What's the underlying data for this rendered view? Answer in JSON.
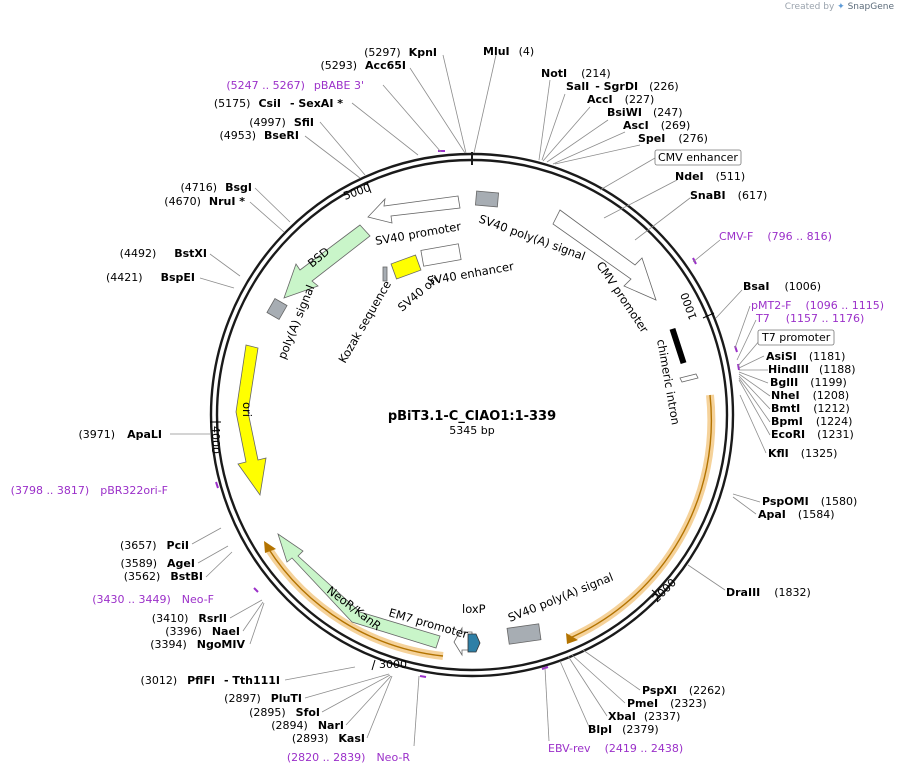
{
  "watermark": {
    "prefix": "Created by",
    "brand": "SnapGene"
  },
  "plasmid": {
    "name": "pBiT3.1-C_CIAO1:1-339",
    "size": "5345 bp"
  },
  "ticks": [
    "1000",
    "2000",
    "3000",
    "4000",
    "5000"
  ],
  "features": {
    "sv40_polyA_top": "SV40 poly(A) signal",
    "cmv_promoter": "CMV promoter",
    "sv40_promoter": "SV40 promoter",
    "bsd": "BSD",
    "sv40_enhancer": "SV40 enhancer",
    "sv40_ori": "SV40 ori",
    "kozak": "Kozak sequence",
    "polyA_signal": "poly(A) signal",
    "ori": "ori",
    "chimeric_intron": "chimeric intron",
    "neor": "NeoR/KanR",
    "em7": "EM7 promoter",
    "loxp": "loxP",
    "sv40_polyA_bottom": "SV40 poly(A) signal"
  },
  "boxed_labels": {
    "cmv_enhancer": "CMV enhancer",
    "t7_promoter": "T7 promoter"
  },
  "enzymes_right": [
    {
      "name": "MluI",
      "pos": "(4)"
    },
    {
      "name": "NotI",
      "pos": "(214)"
    },
    {
      "name": "SalI",
      "extra": "- SgrDI",
      "pos": "(226)"
    },
    {
      "name": "AccI",
      "pos": "(227)"
    },
    {
      "name": "BsiWI",
      "pos": "(247)"
    },
    {
      "name": "AscI",
      "pos": "(269)"
    },
    {
      "name": "SpeI",
      "pos": "(276)"
    },
    {
      "name": "NdeI",
      "pos": "(511)"
    },
    {
      "name": "SnaBI",
      "pos": "(617)"
    },
    {
      "name": "BsaI",
      "pos": "(1006)"
    },
    {
      "name": "AsiSI",
      "pos": "(1181)"
    },
    {
      "name": "HindIII",
      "pos": "(1188)"
    },
    {
      "name": "BglII",
      "pos": "(1199)"
    },
    {
      "name": "NheI",
      "pos": "(1208)"
    },
    {
      "name": "BmtI",
      "pos": "(1212)"
    },
    {
      "name": "BpmI",
      "pos": "(1224)"
    },
    {
      "name": "EcoRI",
      "pos": "(1231)"
    },
    {
      "name": "KflI",
      "pos": "(1325)"
    },
    {
      "name": "PspOMI",
      "pos": "(1580)"
    },
    {
      "name": "ApaI",
      "pos": "(1584)"
    },
    {
      "name": "DraIII",
      "pos": "(1832)"
    },
    {
      "name": "PspXI",
      "pos": "(2262)"
    },
    {
      "name": "PmeI",
      "pos": "(2323)"
    },
    {
      "name": "XbaI",
      "pos": "(2337)"
    },
    {
      "name": "BlpI",
      "pos": "(2379)"
    }
  ],
  "enzymes_left": [
    {
      "name": "KpnI",
      "pos": "(5297)"
    },
    {
      "name": "Acc65I",
      "pos": "(5293)"
    },
    {
      "name": "CsiI",
      "extra": "- SexAI *",
      "pos": "(5175)"
    },
    {
      "name": "SfiI",
      "pos": "(4997)"
    },
    {
      "name": "BseRI",
      "pos": "(4953)"
    },
    {
      "name": "BsgI",
      "pos": "(4716)"
    },
    {
      "name": "NruI *",
      "pos": "(4670)"
    },
    {
      "name": "BstXI",
      "pos": "(4492)"
    },
    {
      "name": "BspEI",
      "pos": "(4421)"
    },
    {
      "name": "ApaLI",
      "pos": "(3971)"
    },
    {
      "name": "PciI",
      "pos": "(3657)"
    },
    {
      "name": "AgeI",
      "pos": "(3589)"
    },
    {
      "name": "BstBI",
      "pos": "(3562)"
    },
    {
      "name": "RsrII",
      "pos": "(3410)"
    },
    {
      "name": "NaeI",
      "pos": "(3396)"
    },
    {
      "name": "NgoMIV",
      "pos": "(3394)"
    },
    {
      "name": "PflFI",
      "extra": "- Tth111I",
      "pos": "(3012)"
    },
    {
      "name": "PluTI",
      "pos": "(2897)"
    },
    {
      "name": "SfoI",
      "pos": "(2895)"
    },
    {
      "name": "NarI",
      "pos": "(2894)"
    },
    {
      "name": "KasI",
      "pos": "(2893)"
    }
  ],
  "primers": [
    {
      "name": "pBABE 3'",
      "range": "(5247 .. 5267)"
    },
    {
      "name": "CMV-F",
      "range": "(796 .. 816)"
    },
    {
      "name": "pMT2-F",
      "range": "(1096 .. 1115)"
    },
    {
      "name": "T7",
      "range": "(1157 .. 1176)"
    },
    {
      "name": "pBR322ori-F",
      "range": "(3798 .. 3817)"
    },
    {
      "name": "Neo-F",
      "range": "(3430 .. 3449)"
    },
    {
      "name": "EBV-rev",
      "range": "(2419 .. 2438)"
    },
    {
      "name": "Neo-R",
      "range": "(2820 .. 2839)"
    }
  ],
  "colors": {
    "backbone": "#1a1a1a",
    "gray_feature": "#a7adb3",
    "promoter_fill": "#ffffff",
    "bsd_fill": "#c9f5c9",
    "ori_fill": "#ffff00",
    "primer": "#9b30c9",
    "orf_highlight": "#f5d29a",
    "orf_arrow": "#b37300",
    "loxp_fill": "#2e7fa6"
  },
  "icons": [
    "snapgene-logo-icon"
  ]
}
